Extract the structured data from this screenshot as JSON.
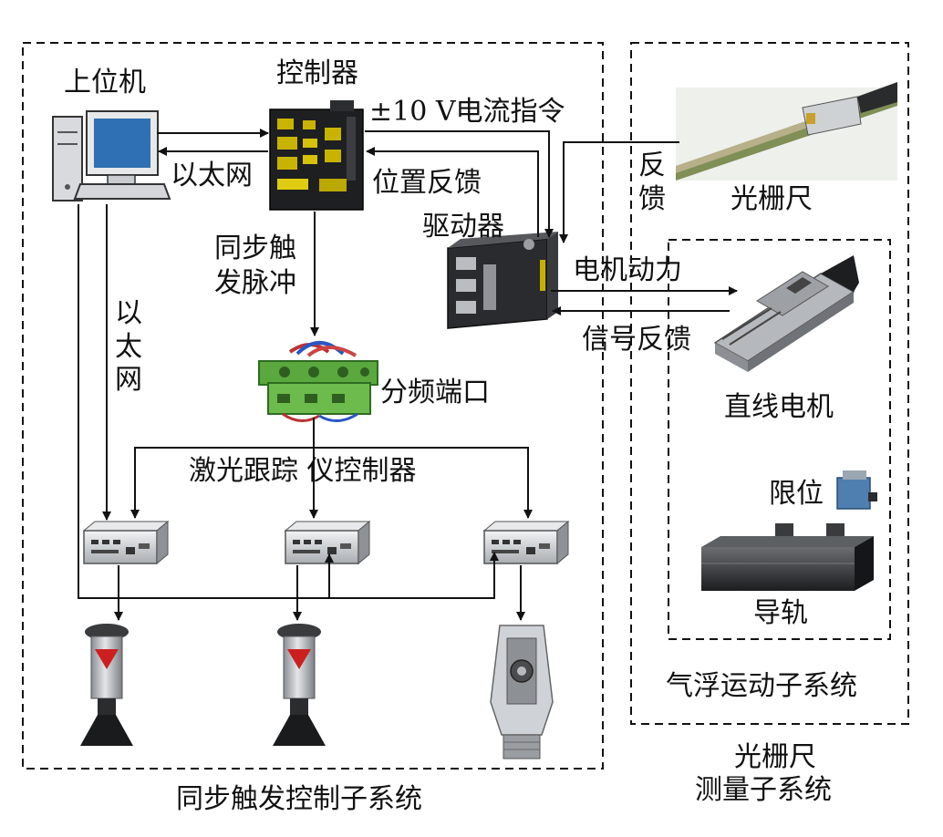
{
  "subsystems": {
    "sync": "同步触发控制子系统",
    "airfloat": "气浮运动子系统",
    "grating_line1": "光栅尺",
    "grating_line2": "测量子系统"
  },
  "devices": {
    "host_pc": "上位机",
    "controller": "控制器",
    "driver": "驱动器",
    "divider": "分频端口",
    "grating": "光栅尺",
    "linear_motor": "直线电机",
    "limit": "限位",
    "guide_rail": "导轨",
    "tracker_controller": "激光跟踪 仪控制器"
  },
  "signals": {
    "current_cmd": "±10 V电流指令",
    "ethernet_h": "以太网",
    "position_feedback": "位置反馈",
    "trigger_pulse_1": "同步触",
    "trigger_pulse_2": "发脉冲",
    "ethernet_v": "以太网",
    "feedback_v": "反馈",
    "motor_power": "电机动力",
    "signal_feedback": "信号反馈"
  }
}
